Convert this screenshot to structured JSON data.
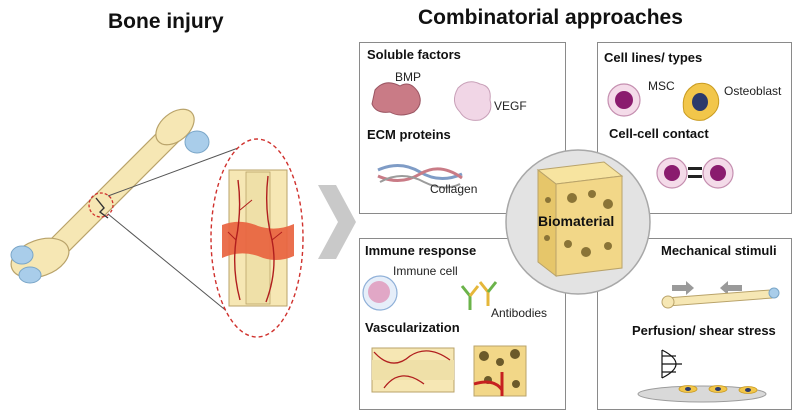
{
  "titles": {
    "left": "Bone injury",
    "right": "Combinatorial approaches"
  },
  "center": {
    "label": "Biomaterial"
  },
  "panels": {
    "top_left": {
      "title1": "Soluble factors",
      "bmp": "BMP",
      "vegf": "VEGF",
      "title2": "ECM proteins",
      "collagen": "Collagen"
    },
    "top_right": {
      "title1": "Cell lines/ types",
      "msc": "MSC",
      "osteoblast": "Osteoblast",
      "title2": "Cell-cell contact"
    },
    "bottom_left": {
      "title1": "Immune response",
      "immune_cell": "Immune cell",
      "antibodies": "Antibodies",
      "title2": "Vascularization"
    },
    "bottom_right": {
      "title1": "Mechanical stimuli",
      "title2": "Perfusion/ shear stress"
    }
  },
  "colors": {
    "bone": "#f6e7b4",
    "bone_outline": "#b9a36a",
    "joint": "#a9cdea",
    "fracture": "#e8633f",
    "vessel": "#b11e1e",
    "cell_purple": "#8a1c6e",
    "bmp": "#c97b86",
    "vegf": "#f1d6e6",
    "scaffold": "#f2d788",
    "highlight_dash": "#d0312d",
    "arrow_gray": "#c9c9c9"
  },
  "icons": [
    "femur-bone",
    "fracture-zoom",
    "chevron-arrow",
    "bmp-protein",
    "vegf-protein",
    "collagen-fiber",
    "msc-cell",
    "osteoblast-cell",
    "cell-pair",
    "scaffold-block",
    "immune-cell",
    "antibody",
    "vessel-bone",
    "vessel-scaffold",
    "loaded-bone",
    "flow-profile",
    "cell-dish"
  ]
}
